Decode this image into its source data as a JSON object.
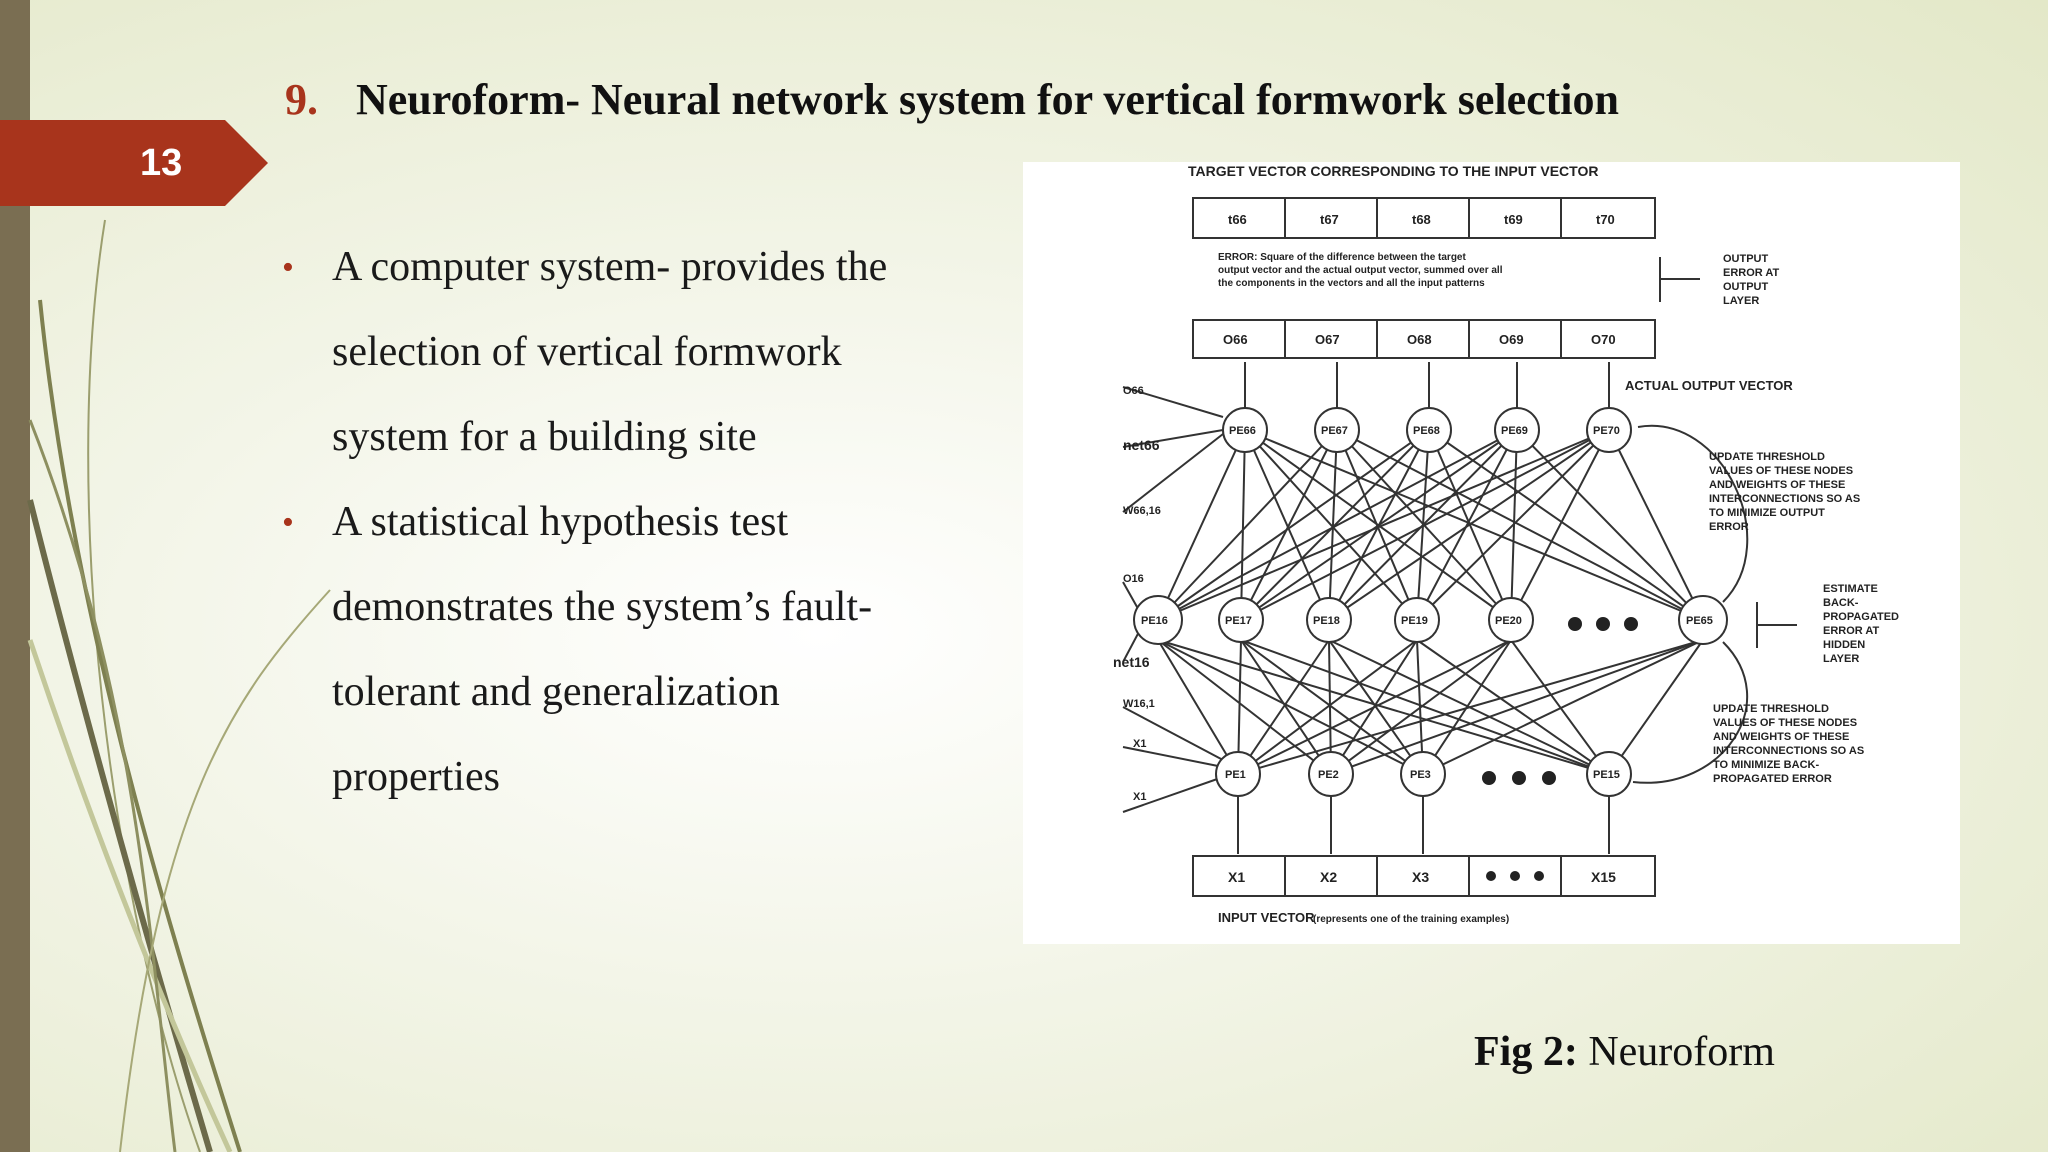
{
  "slide": {
    "page_number": "13",
    "title_number": "9.",
    "title": "Neuroform- Neural network system for vertical formwork selection"
  },
  "bullets": [
    {
      "line1": "A computer system- provides the",
      "line2": "selection of vertical formwork",
      "line3": "system for a building site"
    },
    {
      "line1": "A statistical hypothesis test",
      "line2": "demonstrates the system’s fault-",
      "line3": "tolerant and generalization",
      "line4": "properties"
    }
  ],
  "figure": {
    "top_label": "TARGET VECTOR CORRESPONDING TO THE INPUT VECTOR",
    "target_cells": [
      "t66",
      "t67",
      "t68",
      "t69",
      "t70"
    ],
    "error_text_1": "ERROR: Square of the difference between the target",
    "error_text_2": "output vector and the actual output vector, summed over all",
    "error_text_3": "the components in the vectors and all the input patterns",
    "output_error_label": [
      "OUTPUT",
      "ERROR AT",
      "OUTPUT",
      "LAYER"
    ],
    "output_cells": [
      "O66",
      "O67",
      "O68",
      "O69",
      "O70"
    ],
    "actual_output_label": "ACTUAL OUTPUT VECTOR",
    "output_nodes": [
      "PE66",
      "PE67",
      "PE68",
      "PE69",
      "PE70"
    ],
    "hidden_nodes": [
      "PE16",
      "PE17",
      "PE18",
      "PE19",
      "PE20",
      "PE65"
    ],
    "input_nodes": [
      "PE1",
      "PE2",
      "PE3",
      "PE15"
    ],
    "input_cells": [
      "X1",
      "X2",
      "X3",
      "X15"
    ],
    "left_labels_top": [
      "O66",
      "net66",
      "W66,16"
    ],
    "left_labels_mid": [
      "O16",
      "net16",
      "W16,1",
      "X1",
      "X1"
    ],
    "update_top": [
      "UPDATE THRESHOLD",
      "VALUES OF THESE NODES",
      "AND WEIGHTS OF THESE",
      "INTERCONNECTIONS SO AS",
      "TO MINIMIZE OUTPUT",
      "ERROR"
    ],
    "estimate_label": [
      "ESTIMATE",
      "BACK-",
      "PROPAGATED",
      "ERROR AT",
      "HIDDEN",
      "LAYER"
    ],
    "update_bottom": [
      "UPDATE THRESHOLD",
      "VALUES OF THESE NODES",
      "AND WEIGHTS OF THESE",
      "INTERCONNECTIONS SO AS",
      "TO MINIMIZE BACK-",
      "PROPAGATED ERROR"
    ],
    "bottom_label": "INPUT VECTOR",
    "bottom_note": "(represents one of the training examples)"
  },
  "caption": {
    "bold": "Fig 2:",
    "text": " Neuroform"
  },
  "colors": {
    "accent": "#a8341c",
    "bar": "#7a6e52"
  }
}
